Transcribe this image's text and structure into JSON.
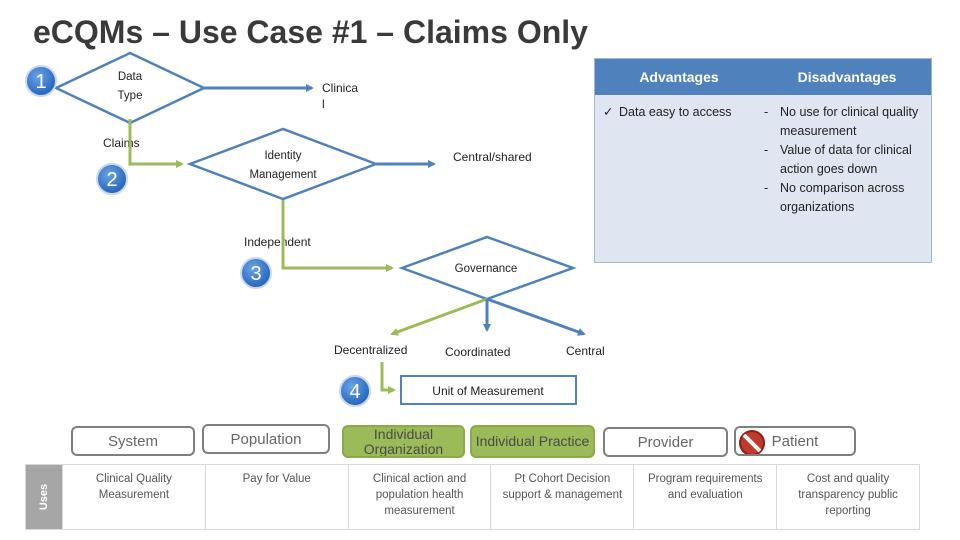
{
  "title": "eCQMs – Use Case #1 – Claims Only",
  "flow": {
    "data_type": "Data Type",
    "clinical": "Clinical",
    "claims": "Claims",
    "identity_management": "Identity Management",
    "central_shared": "Central/shared",
    "independent": "Independent",
    "governance": "Governance",
    "decentralized": "Decentralized",
    "coordinated": "Coordinated",
    "central": "Central",
    "unit_of_measurement": "Unit of Measurement",
    "badges": [
      "1",
      "2",
      "3",
      "4"
    ]
  },
  "table": {
    "headers": [
      "Advantages",
      "Disadvantages"
    ],
    "advantages": [
      "Data easy to access"
    ],
    "disadvantages": [
      "No use for clinical quality measurement",
      "Value of data for clinical action goes down",
      "No comparison across organizations"
    ]
  },
  "levels": [
    "System",
    "Population",
    "Individual Organization",
    "Individual Practice",
    "Provider",
    "Patient"
  ],
  "uses": {
    "label": "Uses",
    "items": [
      "Clinical Quality Measurement",
      "Pay for Value",
      "Clinical action and population health measurement",
      "Pt Cohort Decision support & management",
      "Program requirements and evaluation",
      "Cost and quality transparency public reporting"
    ]
  },
  "colors": {
    "blue": "#4f81bd",
    "green": "#9bbb59",
    "badge": "#2f6fc0"
  }
}
